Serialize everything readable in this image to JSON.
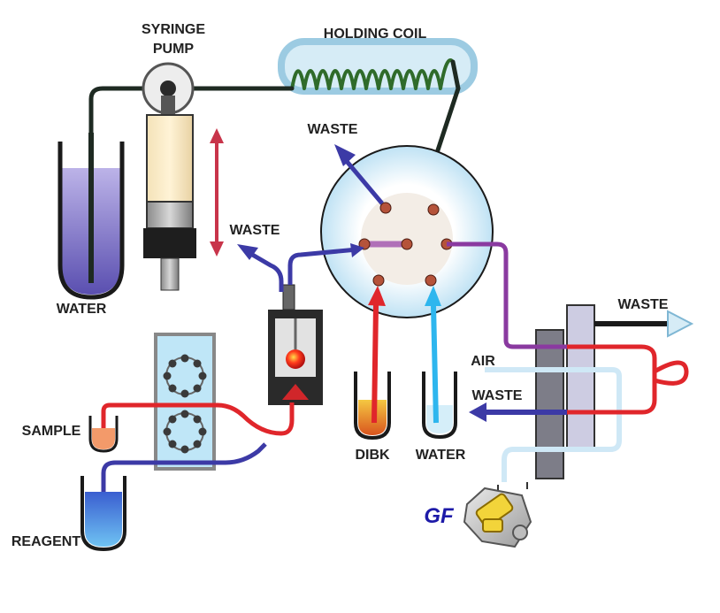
{
  "labels": {
    "syringe_pump_line1": "SYRINGE",
    "syringe_pump_line2": "PUMP",
    "holding_coil": "HOLDING COIL",
    "waste_top": "WASTE",
    "waste_left": "WASTE",
    "waste_right": "WASTE",
    "waste_middle": "WASTE",
    "water_left": "WATER",
    "water_right": "WATER",
    "sample": "SAMPLE",
    "reagent": "REAGENT",
    "dibk": "DIBK",
    "air": "AIR",
    "gf": "GF"
  },
  "colors": {
    "tube_dark": "#1e2a22",
    "tube_red": "#e0262b",
    "tube_blue": "#3c3aa6",
    "tube_purple": "#8a3aa0",
    "tube_lightblue": "#2eb6ee",
    "tube_paleblue": "#cfe8f6",
    "valve_face": "#dff1fb",
    "valve_core": "#f3ede6",
    "coil_green": "#2f6b2a",
    "coil_housing": "#a8d2e6"
  }
}
